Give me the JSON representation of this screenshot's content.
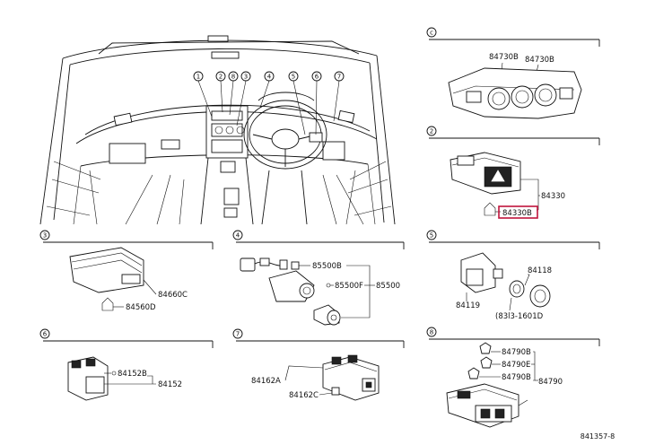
{
  "main_view": {
    "callouts": [
      "1",
      "2",
      "8",
      "3",
      "4",
      "5",
      "6",
      "7"
    ]
  },
  "sections": {
    "c": {
      "badge": "c",
      "parts": [
        "84730B",
        "84730B"
      ]
    },
    "s2": {
      "badge": "2",
      "parts": [
        "84330",
        "84330B"
      ]
    },
    "s3": {
      "badge": "3",
      "parts": [
        "84660C",
        "84560D"
      ]
    },
    "s4": {
      "badge": "4",
      "parts": [
        "85500B",
        "85500F",
        "85500"
      ]
    },
    "s5": {
      "badge": "5",
      "parts": [
        "84118",
        "84119",
        "(83l3-1601D"
      ]
    },
    "s6": {
      "badge": "6",
      "parts": [
        "84152B",
        "84152"
      ]
    },
    "s7": {
      "badge": "7",
      "parts": [
        "84162A",
        "84162C"
      ]
    },
    "s8": {
      "badge": "8",
      "parts": [
        "84790B",
        "84790E",
        "84790B",
        "84790"
      ]
    }
  },
  "figure_code": "841357-8",
  "colors": {
    "highlight": "#c0143c",
    "ink": "#111111"
  }
}
